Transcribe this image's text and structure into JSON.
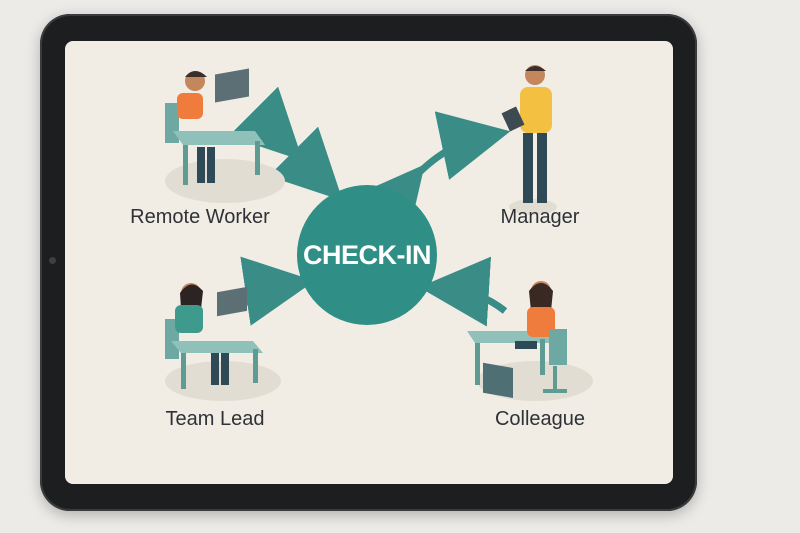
{
  "diagram": {
    "center": {
      "label": "CHECK-IN"
    },
    "nodes": [
      {
        "id": "remote-worker",
        "label": "Remote Worker"
      },
      {
        "id": "manager",
        "label": "Manager"
      },
      {
        "id": "team-lead",
        "label": "Team Lead"
      },
      {
        "id": "colleague",
        "label": "Colleague"
      }
    ],
    "edges": [
      {
        "from": "remote-worker",
        "to": "center",
        "direction": "both"
      },
      {
        "from": "manager",
        "to": "center",
        "direction": "both"
      },
      {
        "from": "team-lead",
        "to": "center",
        "direction": "to"
      },
      {
        "from": "colleague",
        "to": "center",
        "direction": "to"
      }
    ]
  },
  "colors": {
    "hub": "#2f8e85",
    "arrow": "#3a8d87",
    "screen_bg": "#f1ede5",
    "bezel": "#1d1e20"
  },
  "icons": [
    "person-at-desk-icon",
    "standing-person-with-tablet-icon",
    "double-arrow-icon",
    "arrow-icon"
  ]
}
